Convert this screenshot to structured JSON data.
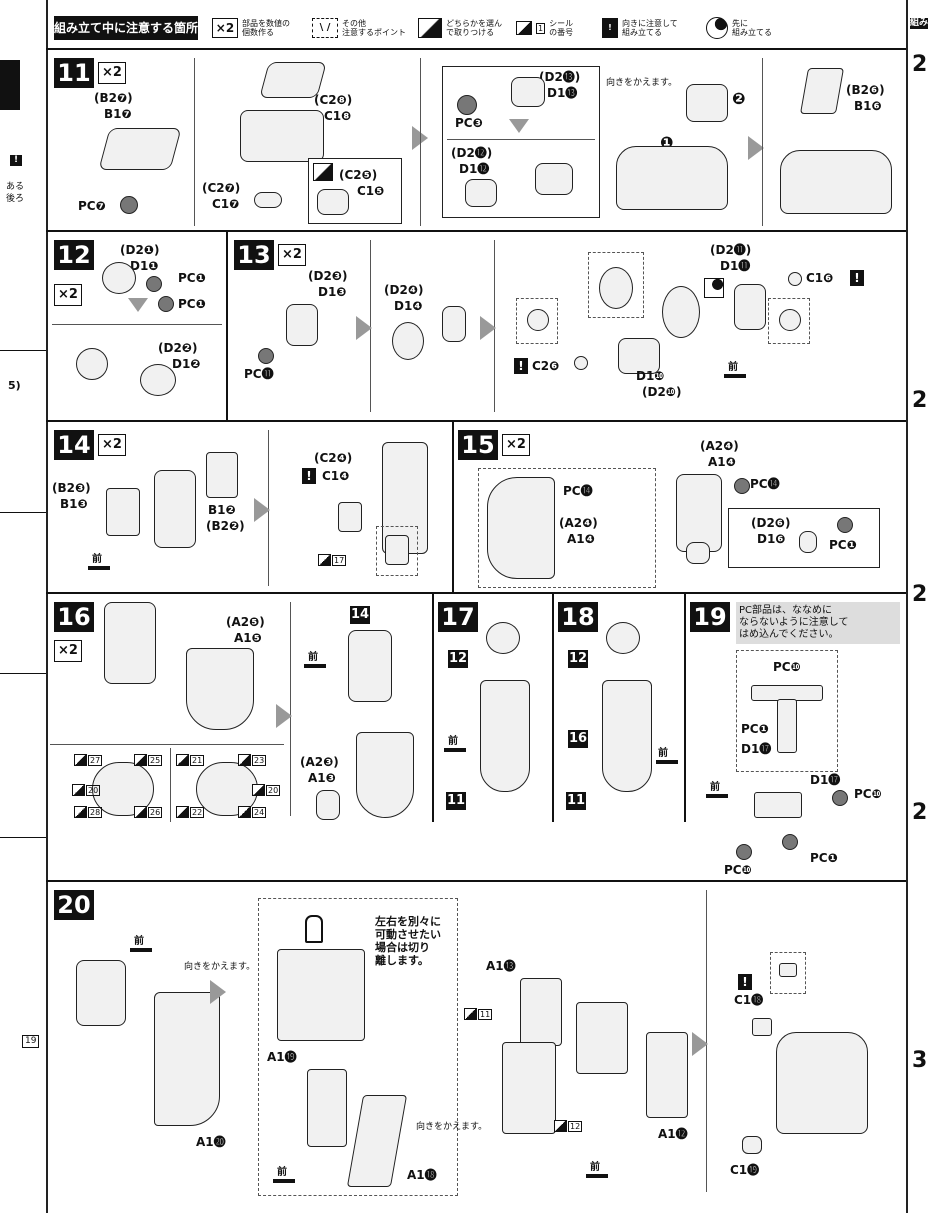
{
  "legend": {
    "title": "組み立て中に注意する箇所",
    "x2_icon": "×2",
    "x2_text_1": "部品を数値の",
    "x2_text_2": "個数作る",
    "point_text_1": "その他",
    "point_text_2": "注意するポイント",
    "choose_text_1": "どちらかを選ん",
    "choose_text_2": "で取りつける",
    "sticker_text_1": "シール",
    "sticker_text_2": "の番号",
    "sticker_num": "1",
    "caution_icon": "!",
    "caution_text_1": "向きに注意して",
    "caution_text_2": "組み立てる",
    "first_text_1": "先に",
    "first_text_2": "組み立てる"
  },
  "left_edge": {
    "line1": "ある",
    "line2": "後ろ",
    "frag_top": "5)",
    "sticker_num": "19"
  },
  "right_edge": {
    "header": "組み",
    "num1": "2",
    "num2": "2",
    "num3": "2",
    "num4": "2",
    "num5": "3"
  },
  "common": {
    "x2": "×2",
    "front": "前",
    "warn": "!",
    "turn": "向きをかえます。",
    "turn2": "向きをかえます。"
  },
  "step11": {
    "num": "11",
    "b2_7": "(B2❼)",
    "b1_7": "B1❼",
    "pc7": "PC❼",
    "c2_8": "(C2❽)",
    "c1_8": "C1❽",
    "c2_7": "(C2❼)",
    "c1_7": "C1❼",
    "c2_5": "(C2❺)",
    "c1_5": "C1❺",
    "d2_13": "(D2⓭)",
    "d1_13": "D1⓭",
    "pc3": "PC❸",
    "d2_12": "(D2⓬)",
    "d1_12": "D1⓬",
    "step_1": "❶",
    "step_2": "❷",
    "b2_6": "(B2❻)",
    "b1_6": "B1❻"
  },
  "step12": {
    "num": "12",
    "d2_1": "(D2❶)",
    "d1_1": "D1❶",
    "pc1a": "PC❶",
    "pc1b": "PC❶",
    "d2_2": "(D2❷)",
    "d1_2": "D1❷"
  },
  "step13": {
    "num": "13",
    "d2_3": "(D2❸)",
    "d1_3": "D1❸",
    "pc11": "PC⓫",
    "d2_4": "(D2❹)",
    "d1_4": "D1❹",
    "d2_11": "(D2⓫)",
    "d1_11": "D1⓫",
    "c1_6": "C1❻",
    "c2_6": "C2❻",
    "d1_10": "D1❿",
    "d2_10": "(D2❿)"
  },
  "step14": {
    "num": "14",
    "b2_3": "(B2❸)",
    "b1_3": "B1❸",
    "b1_2": "B1❷",
    "b2_2": "(B2❷)",
    "c2_4": "(C2❹)",
    "c1_4": "C1❹",
    "sticker": "17"
  },
  "step15": {
    "num": "15",
    "pc14a": "PC⓮",
    "a2_4a": "(A2❹)",
    "a1_4a": "A1❹",
    "a2_4b": "(A2❹)",
    "a1_4b": "A1❹",
    "pc14b": "PC⓮",
    "d2_6": "(D2❻)",
    "d1_6": "D1❻",
    "pc1": "PC❶"
  },
  "step16": {
    "num": "16",
    "a2_5": "(A2❺)",
    "a1_5": "A1❺",
    "ref14": "14",
    "a2_3": "(A2❸)",
    "a1_3": "A1❸",
    "stickers_left": [
      "27",
      "25",
      "20",
      "28",
      "26"
    ],
    "stickers_right": [
      "21",
      "23",
      "20",
      "22",
      "24"
    ]
  },
  "step17": {
    "num": "17",
    "ref12": "12",
    "ref11": "11"
  },
  "step18": {
    "num": "18",
    "ref12": "12",
    "ref16": "16",
    "ref11": "11"
  },
  "step19": {
    "num": "19",
    "note_1": "PC部品は、ななめに",
    "note_2": "ならないように注意して",
    "note_3": "はめ込んでください。",
    "pc10a": "PC❿",
    "pc1a": "PC❶",
    "d1_17a": "D1⓱",
    "d1_17b": "D1⓱",
    "pc10b": "PC❿",
    "pc1b": "PC❶",
    "pc10c": "PC❿"
  },
  "step20": {
    "num": "20",
    "a1_20": "A1⓴",
    "cut_1": "左右を別々に",
    "cut_2": "可動させたい",
    "cut_3": "場合は切り",
    "cut_4": "離します。",
    "a1_19": "A1⓳",
    "a1_18": "A1⓲",
    "a1_13": "A1⓭",
    "sticker11": "11",
    "sticker12": "12",
    "a1_12": "A1⓬",
    "c1_18": "C1⓲",
    "c1_19": "C1⓳"
  }
}
